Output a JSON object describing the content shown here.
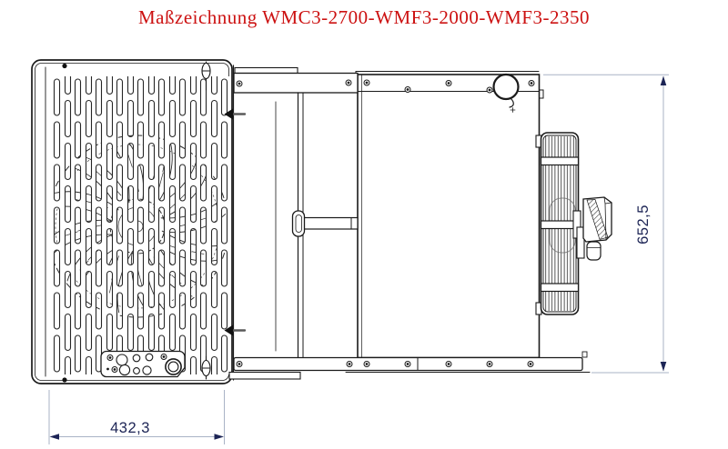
{
  "title": "Maßzeichnung WMC3-2700-WMF3-2000-WMF3-2350",
  "dimensions": {
    "width_label": "432,3",
    "height_label": "652,5"
  },
  "colors": {
    "title_red": "#cc1111",
    "drawing_line": "#1a1a1a",
    "dimension_line": "#a9b3c6",
    "dimension_text": "#1c2455"
  }
}
